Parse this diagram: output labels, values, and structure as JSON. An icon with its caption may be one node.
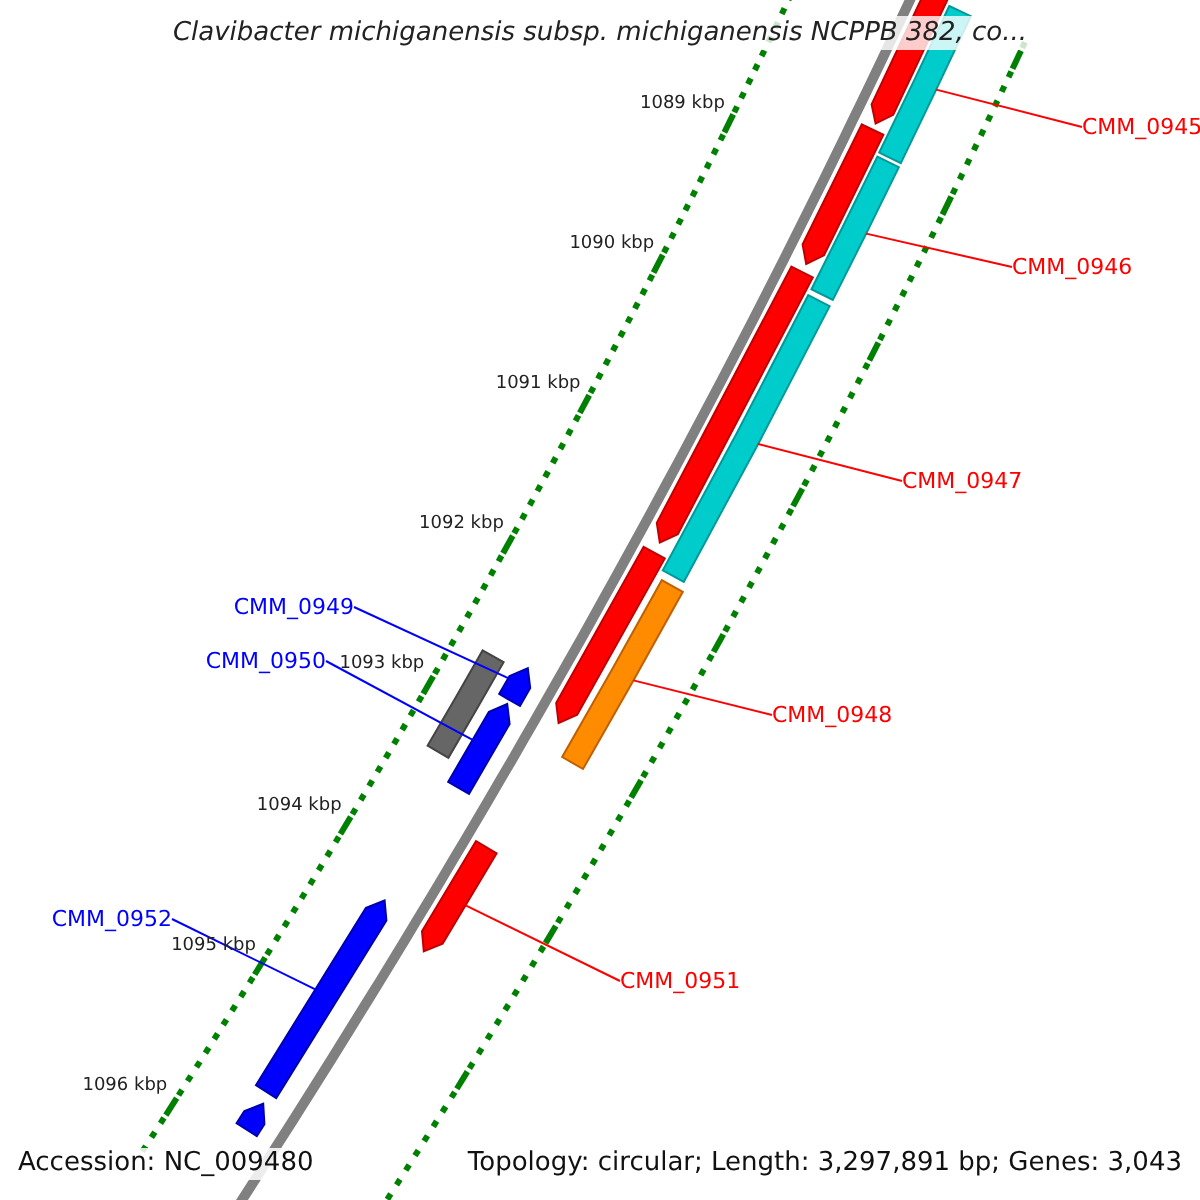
{
  "diagram": {
    "title": "Clavibacter michiganensis subsp. michiganensis NCPPB 382, co...",
    "nodes": [
      {
        "text": [
          "CMM_0945"
        ]
      },
      {
        "text": [],
        "shape": "bar"
      },
      {
        "text": [
          "CMM_0946"
        ]
      },
      {
        "text": [],
        "shape": "bar"
      },
      {
        "text": [
          "CMM_0947"
        ]
      },
      {
        "text": [],
        "shape": "bar"
      },
      {
        "text": [
          "CMM_0949"
        ]
      },
      {
        "text": [],
        "shape": "arrow"
      },
      {
        "text": [
          "CMM_0950"
        ]
      },
      {
        "text": [],
        "shape": "arrow"
      },
      {
        "text": [
          "CMM_0948"
        ]
      },
      {
        "text": [],
        "shape": "bar"
      },
      {
        "text": [
          "CMM_0952"
        ]
      },
      {
        "text": [],
        "shape": "arrow"
      },
      {
        "text": [
          "CMM_0951"
        ]
      },
      {
        "text": [],
        "shape": "arrow"
      },
      {
        "text": [],
        "shape": "arrow"
      },
      {
        "text": [],
        "shape": "arrow"
      },
      {
        "text": [],
        "shape": "arrow"
      },
      {
        "text": [],
        "shape": "arrow"
      },
      {
        "text": [],
        "shape": "bar"
      },
      {
        "text": [],
        "shape": "arrow"
      }
    ],
    "edges": [
      {
        "from": 0,
        "to": 1,
        "arrow": "none"
      },
      {
        "from": 2,
        "to": 3,
        "arrow": "none"
      },
      {
        "from": 4,
        "to": 5,
        "arrow": "none"
      },
      {
        "from": 6,
        "to": 7,
        "arrow": "none",
        "color": "#0000ff"
      },
      {
        "from": 8,
        "to": 9,
        "arrow": "none",
        "color": "#0000ff"
      },
      {
        "from": 10,
        "to": 11,
        "arrow": "none"
      },
      {
        "from": 12,
        "to": 13,
        "arrow": "none",
        "color": "#0000ff"
      },
      {
        "from": 14,
        "to": 15,
        "arrow": "none"
      }
    ],
    "labels": [
      "1089 kbp",
      "1090 kbp",
      "1091 kbp",
      "1092 kbp",
      "1093 kbp",
      "1094 kbp",
      "1095 kbp",
      "1096 kbp",
      "Accession: NC_009480",
      "Topology: circular; Length: 3,297,891 bp; Genes: 3,043"
    ]
  }
}
